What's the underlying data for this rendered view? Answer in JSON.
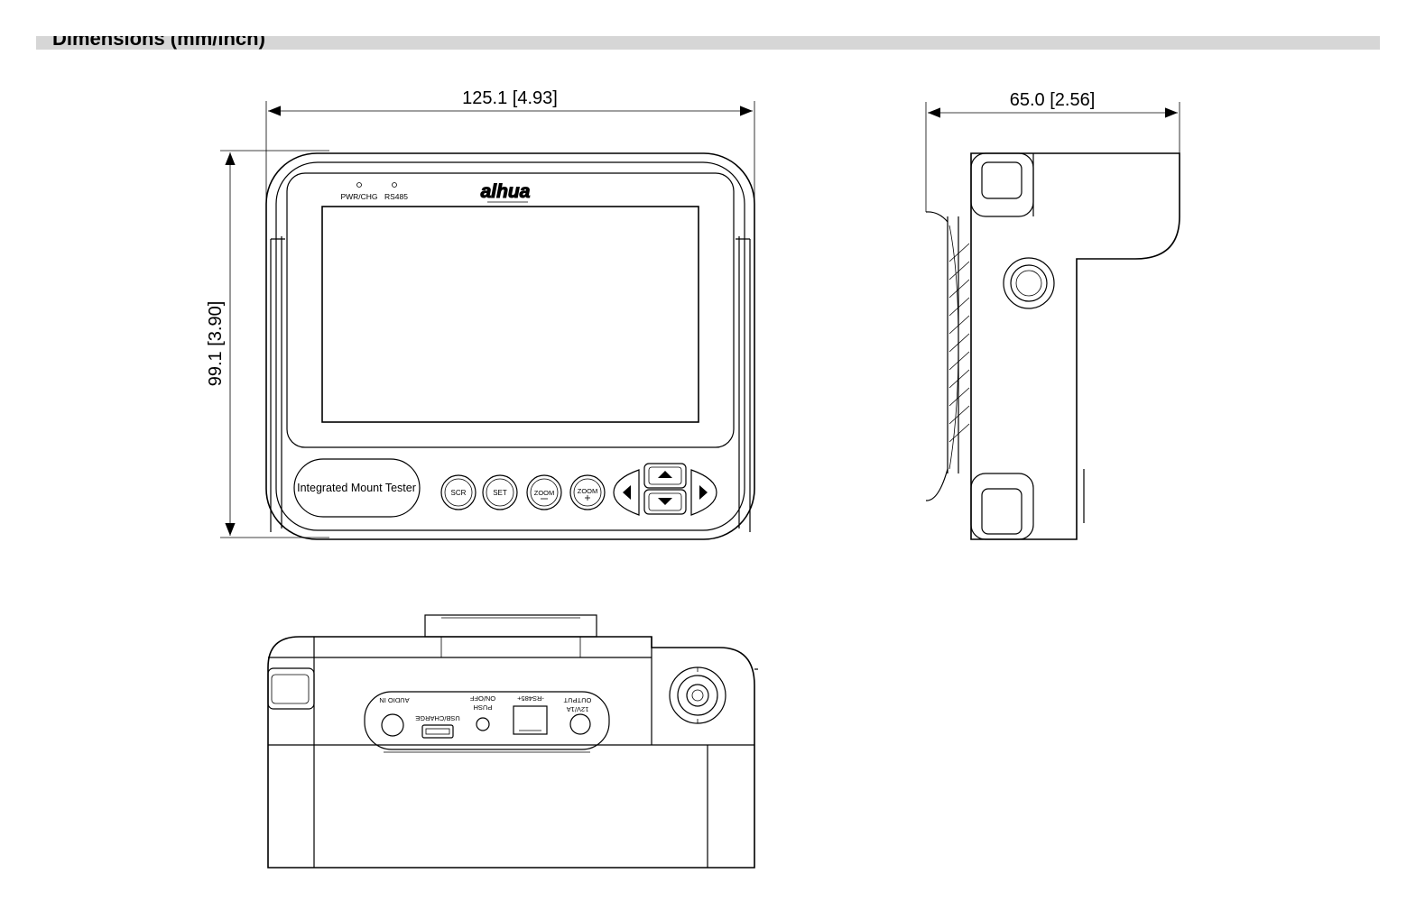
{
  "header": {
    "title": "Dimensions (mm/inch)"
  },
  "dimensions": {
    "front_width": "125.1 [4.93]",
    "front_height": "99.1 [3.90]",
    "side_depth": "65.0 [2.56]"
  },
  "front_panel": {
    "brand": "alhua",
    "indicator_power": "PWR/CHG",
    "indicator_rs485": "RS485",
    "product_label": "Integrated Mount Tester",
    "buttons": {
      "scr": "SCR",
      "set": "SET",
      "zoom_minus": "ZOOM",
      "zoom_plus": "ZOOM"
    }
  },
  "bottom_panel": {
    "audio_in": "AUDIO IN",
    "usb_charge": "USB/CHARGE",
    "push": "PUSH",
    "on_off": "ON/OFF",
    "rs485": "-RS485+",
    "output": "OUTPUT",
    "power_rating": "12V/1A"
  }
}
